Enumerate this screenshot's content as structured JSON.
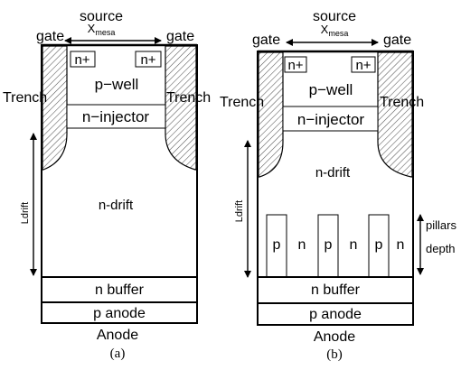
{
  "panel_a": {
    "source": "source",
    "xmesa_base": "X",
    "xmesa_sub": "mesa",
    "gate_left": "gate",
    "gate_right": "gate",
    "nplus_left": "n+",
    "nplus_right": "n+",
    "pwell": "p−well",
    "ninjector": "n−injector",
    "trench_left": "Trench",
    "trench_right": "Trench",
    "ndrift": "n-drift",
    "ldrift": "Ldrift",
    "nbuffer": "n buffer",
    "panode": "p anode",
    "anode": "Anode",
    "caption": "(a)"
  },
  "panel_b": {
    "source": "source",
    "xmesa_base": "X",
    "xmesa_sub": "mesa",
    "gate_left": "gate",
    "gate_right": "gate",
    "nplus_left": "n+",
    "nplus_right": "n+",
    "pwell": "p−well",
    "ninjector": "n−injector",
    "trench_left": "Trench",
    "trench_right": "Trench",
    "ndrift": "n-drift",
    "ldrift": "Ldrift",
    "pillar_labels": [
      "p",
      "n",
      "p",
      "n",
      "p",
      "n"
    ],
    "pillars_line1": "pillars",
    "pillars_line2": "depth",
    "nbuffer": "n buffer",
    "panode": "p anode",
    "anode": "Anode",
    "caption": "(b)"
  }
}
